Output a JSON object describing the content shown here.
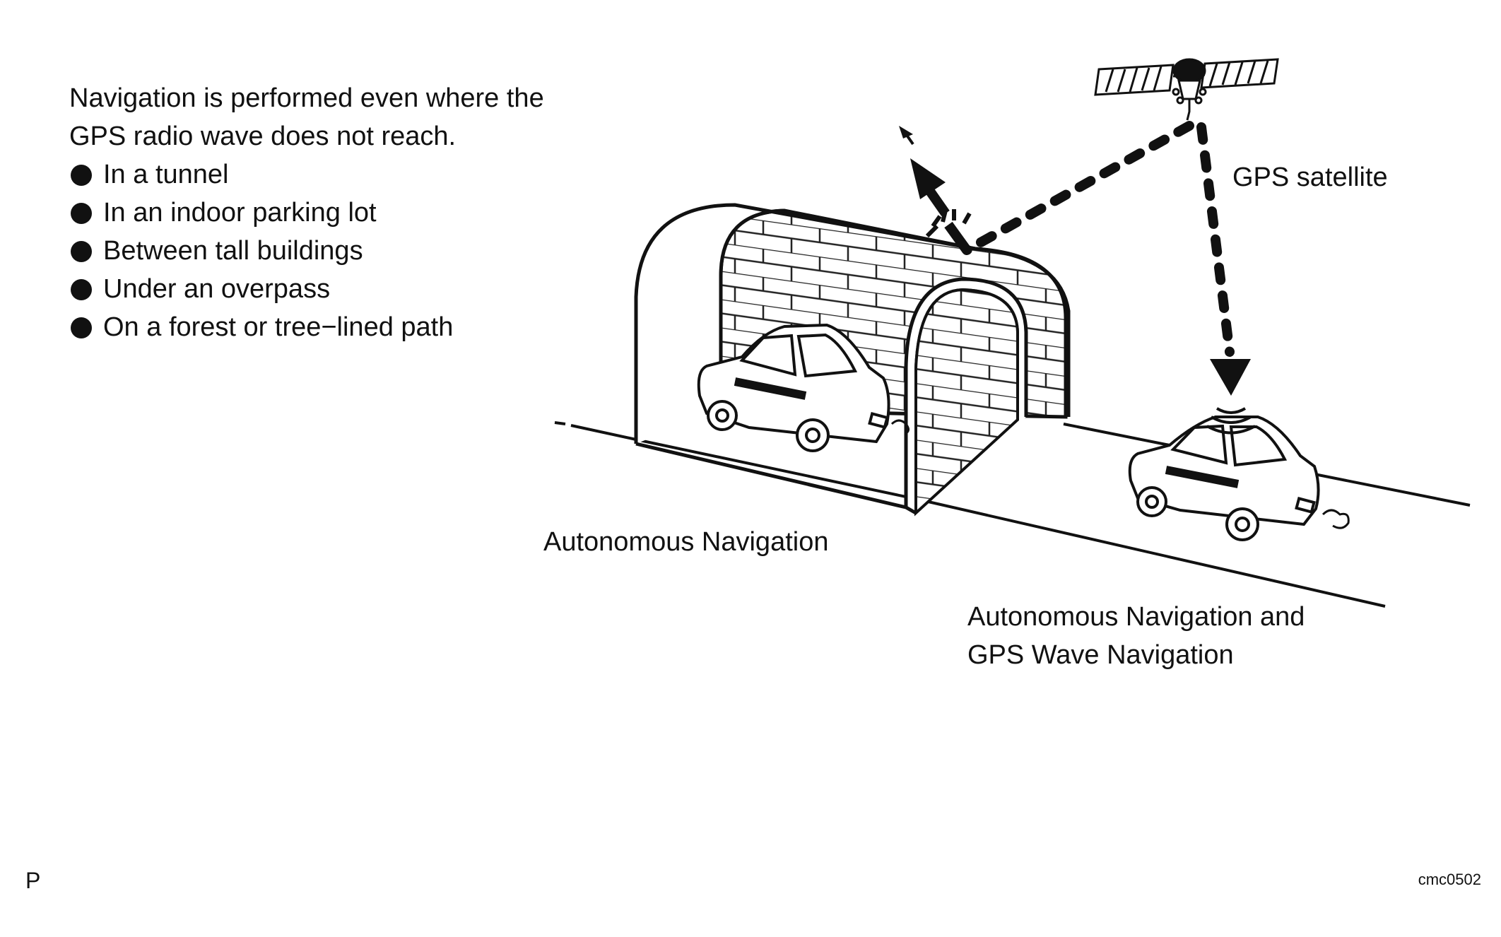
{
  "intro_line1": "Navigation is performed even where the",
  "intro_line2": "GPS radio wave does not reach.",
  "bullets": [
    "In a tunnel",
    "In an indoor parking lot",
    "Between tall buildings",
    "Under an overpass",
    "On a forest or tree−lined path"
  ],
  "labels": {
    "satellite": "GPS satellite",
    "autonomous": "Autonomous Navigation",
    "both_line1": "Autonomous Navigation and",
    "both_line2": "GPS Wave Navigation"
  },
  "corner_letter": "P",
  "figure_code": "cmc0502"
}
